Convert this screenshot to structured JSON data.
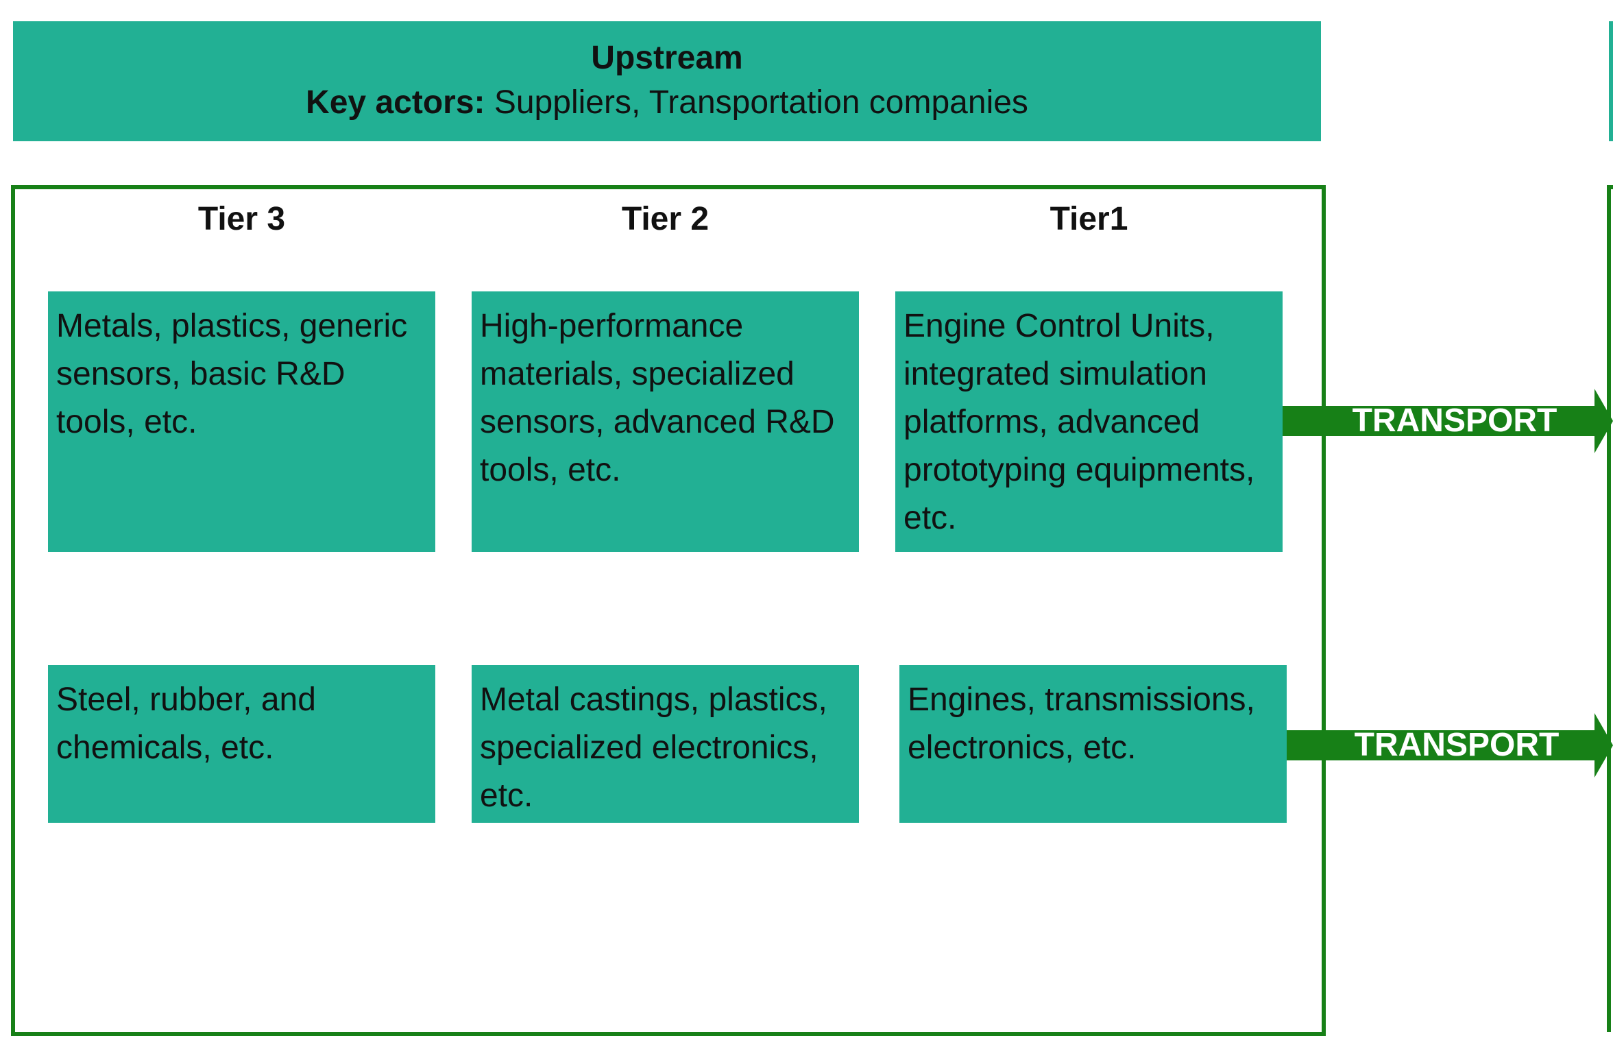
{
  "header": {
    "title": "Upstream",
    "actors_label": "Key actors:",
    "actors_value": "Suppliers, Transportation companies"
  },
  "tiers": [
    {
      "heading": "Tier 3"
    },
    {
      "heading": "Tier 2"
    },
    {
      "heading": "Tier1"
    }
  ],
  "rows": [
    {
      "items": [
        "Metals, plastics, generic sensors, basic R&D tools, etc.",
        "High-performance materials, specialized sensors, advanced R&D tools, etc.",
        "Engine Control Units, integrated simulation platforms, advanced prototyping equipments, etc."
      ],
      "arrow_label": "TRANSPORT"
    },
    {
      "items": [
        "Steel, rubber, and chemicals, etc.",
        "Metal castings, plastics, specialized electronics, etc.",
        "Engines, transmissions, electronics, etc."
      ],
      "arrow_label": "TRANSPORT"
    }
  ],
  "colors": {
    "box_fill": "#22b094",
    "frame_border": "#178017",
    "arrow_fill": "#178017",
    "arrow_text": "#ffffff"
  }
}
